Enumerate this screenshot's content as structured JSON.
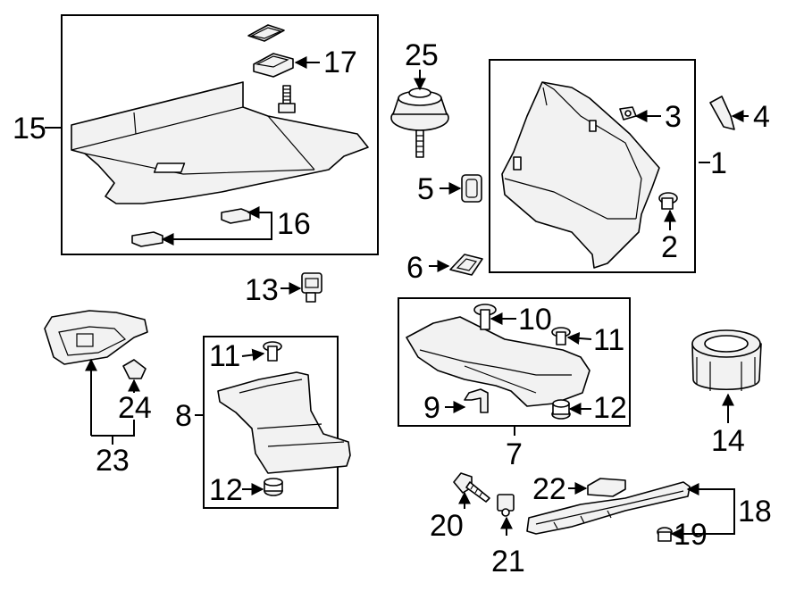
{
  "diagram": {
    "callouts": {
      "c1": "1",
      "c2": "2",
      "c3": "3",
      "c4": "4",
      "c5": "5",
      "c6": "6",
      "c7": "7",
      "c8": "8",
      "c9": "9",
      "c10": "10",
      "c11a": "11",
      "c11b": "11",
      "c12a": "12",
      "c12b": "12",
      "c13": "13",
      "c14": "14",
      "c15": "15",
      "c16": "16",
      "c17": "17",
      "c18": "18",
      "c19": "19",
      "c20": "20",
      "c21": "21",
      "c22": "22",
      "c23": "23",
      "c24": "24",
      "c25": "25"
    },
    "colors": {
      "line": "#000000",
      "background": "#ffffff",
      "part_fill": "#f2f2f2"
    }
  }
}
